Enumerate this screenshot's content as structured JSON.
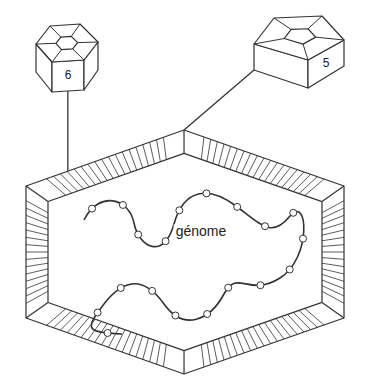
{
  "diagram": {
    "nodes": [
      {
        "text": [
          "6"
        ]
      },
      {
        "text": [
          "5"
        ]
      },
      {
        "text": [
          "génome"
        ]
      }
    ],
    "edges": [
      {
        "from": 0,
        "to": 2,
        "arrow": "none"
      },
      {
        "from": 1,
        "to": 2,
        "arrow": "none"
      }
    ]
  }
}
